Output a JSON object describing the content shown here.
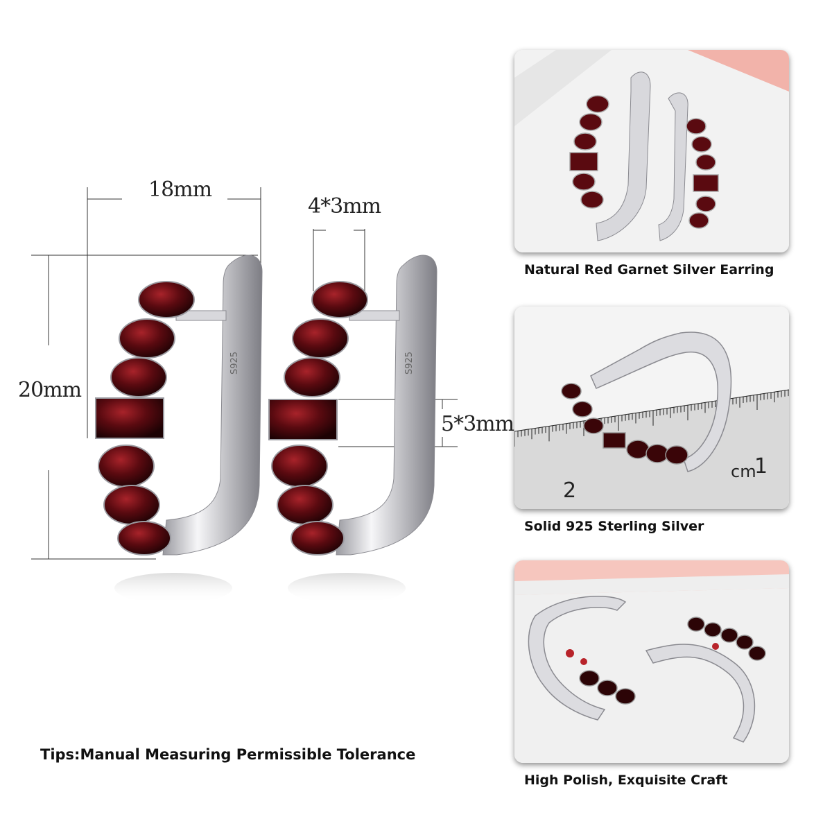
{
  "dimensions": {
    "width_label": "18mm",
    "height_label": "20mm",
    "top_stone_label": "4*3mm",
    "center_stone_label": "5*3mm"
  },
  "engraving": "S925",
  "tips": "Tips:Manual Measuring Permissible Tolerance",
  "panels": [
    {
      "caption": "Natural Red Garnet Silver Earring"
    },
    {
      "caption": "Solid 925 Sterling Silver"
    },
    {
      "caption": "High Polish, Exquisite Craft"
    }
  ],
  "ruler": {
    "mark_1": "1",
    "mark_2": "2",
    "unit": "cm"
  },
  "colors": {
    "garnet": "#5a0a10",
    "garnet_light": "#9a1c22",
    "silver": "#d8d8dc",
    "pink_accent": "#f2b3aa"
  }
}
